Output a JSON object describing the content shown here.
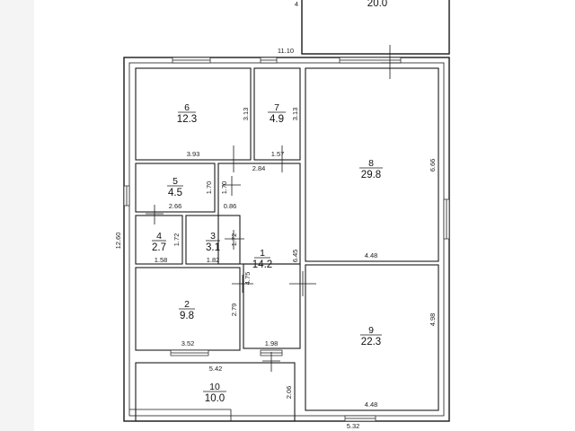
{
  "plan": {
    "total_dimensions": {
      "width": "11.10",
      "height": "12.60",
      "bottom": "5.32",
      "top_left_partial": "4"
    },
    "rooms": [
      {
        "number": "1",
        "area": "14.2",
        "dims": [
          "6.45",
          "4.75",
          "1.98"
        ]
      },
      {
        "number": "2",
        "area": "9.8",
        "dims": [
          "2.79",
          "3.52"
        ]
      },
      {
        "number": "3",
        "area": "3.1",
        "dims": [
          "1.72",
          "1.82"
        ]
      },
      {
        "number": "4",
        "area": "2.7",
        "dims": [
          "1.72",
          "1.58"
        ]
      },
      {
        "number": "5",
        "area": "4.5",
        "dims": [
          "1.70",
          "1.70",
          "2.66",
          "0.86"
        ]
      },
      {
        "number": "6",
        "area": "12.3",
        "dims": [
          "3.13",
          "3.93"
        ]
      },
      {
        "number": "7",
        "area": "4.9",
        "dims": [
          "3.13",
          "1.57",
          "2.84"
        ]
      },
      {
        "number": "8",
        "area": "29.8",
        "dims": [
          "6.66",
          "4.48"
        ]
      },
      {
        "number": "9",
        "area": "22.3",
        "dims": [
          "4.98",
          "4.48"
        ]
      },
      {
        "number": "10",
        "area": "10.0",
        "dims": [
          "2.06",
          "5.42"
        ]
      },
      {
        "number": "",
        "area": "20.0",
        "dims": []
      }
    ]
  }
}
